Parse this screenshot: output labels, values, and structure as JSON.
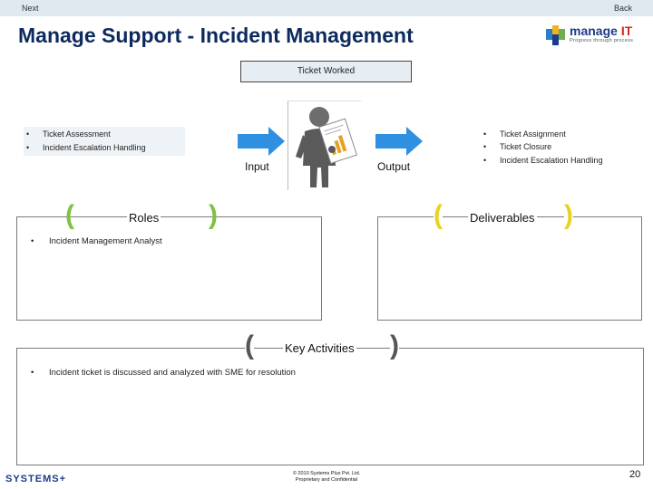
{
  "nav": {
    "next_label": "Next",
    "back_label": "Back"
  },
  "header": {
    "title": "Manage Support - Incident Management"
  },
  "logo": {
    "brand_main": "manage",
    "brand_accent": "IT",
    "tagline": "Progress through process",
    "icon": "cube-cluster-icon"
  },
  "ticket_box": {
    "label": "Ticket Worked"
  },
  "inputs": {
    "items": [
      "Ticket Assessment",
      "Incident Escalation Handling"
    ],
    "label": "Input"
  },
  "outputs": {
    "items": [
      "Ticket Assignment",
      "Ticket Closure",
      "Incident Escalation Handling"
    ],
    "label": "Output"
  },
  "roles": {
    "heading": "Roles",
    "items": [
      "Incident Management Analyst"
    ]
  },
  "deliverables": {
    "heading": "Deliverables",
    "items": []
  },
  "key_activities": {
    "heading": "Key Activities",
    "items": [
      "Incident ticket is discussed and analyzed with SME for resolution"
    ]
  },
  "footer": {
    "brand": "SYSTEMS",
    "brand_suffix": "+",
    "copyright_line1": "© 2010 Systems Plus Pvt. Ltd.",
    "copyright_line2": "Proprietary and Confidential",
    "page_number": "20"
  },
  "colors": {
    "title": "#0d2a5e",
    "arrow": "#2f8fe0",
    "bracket_green": "#7fc241",
    "bracket_yellow": "#e8d322",
    "bracket_gray": "#555555"
  }
}
